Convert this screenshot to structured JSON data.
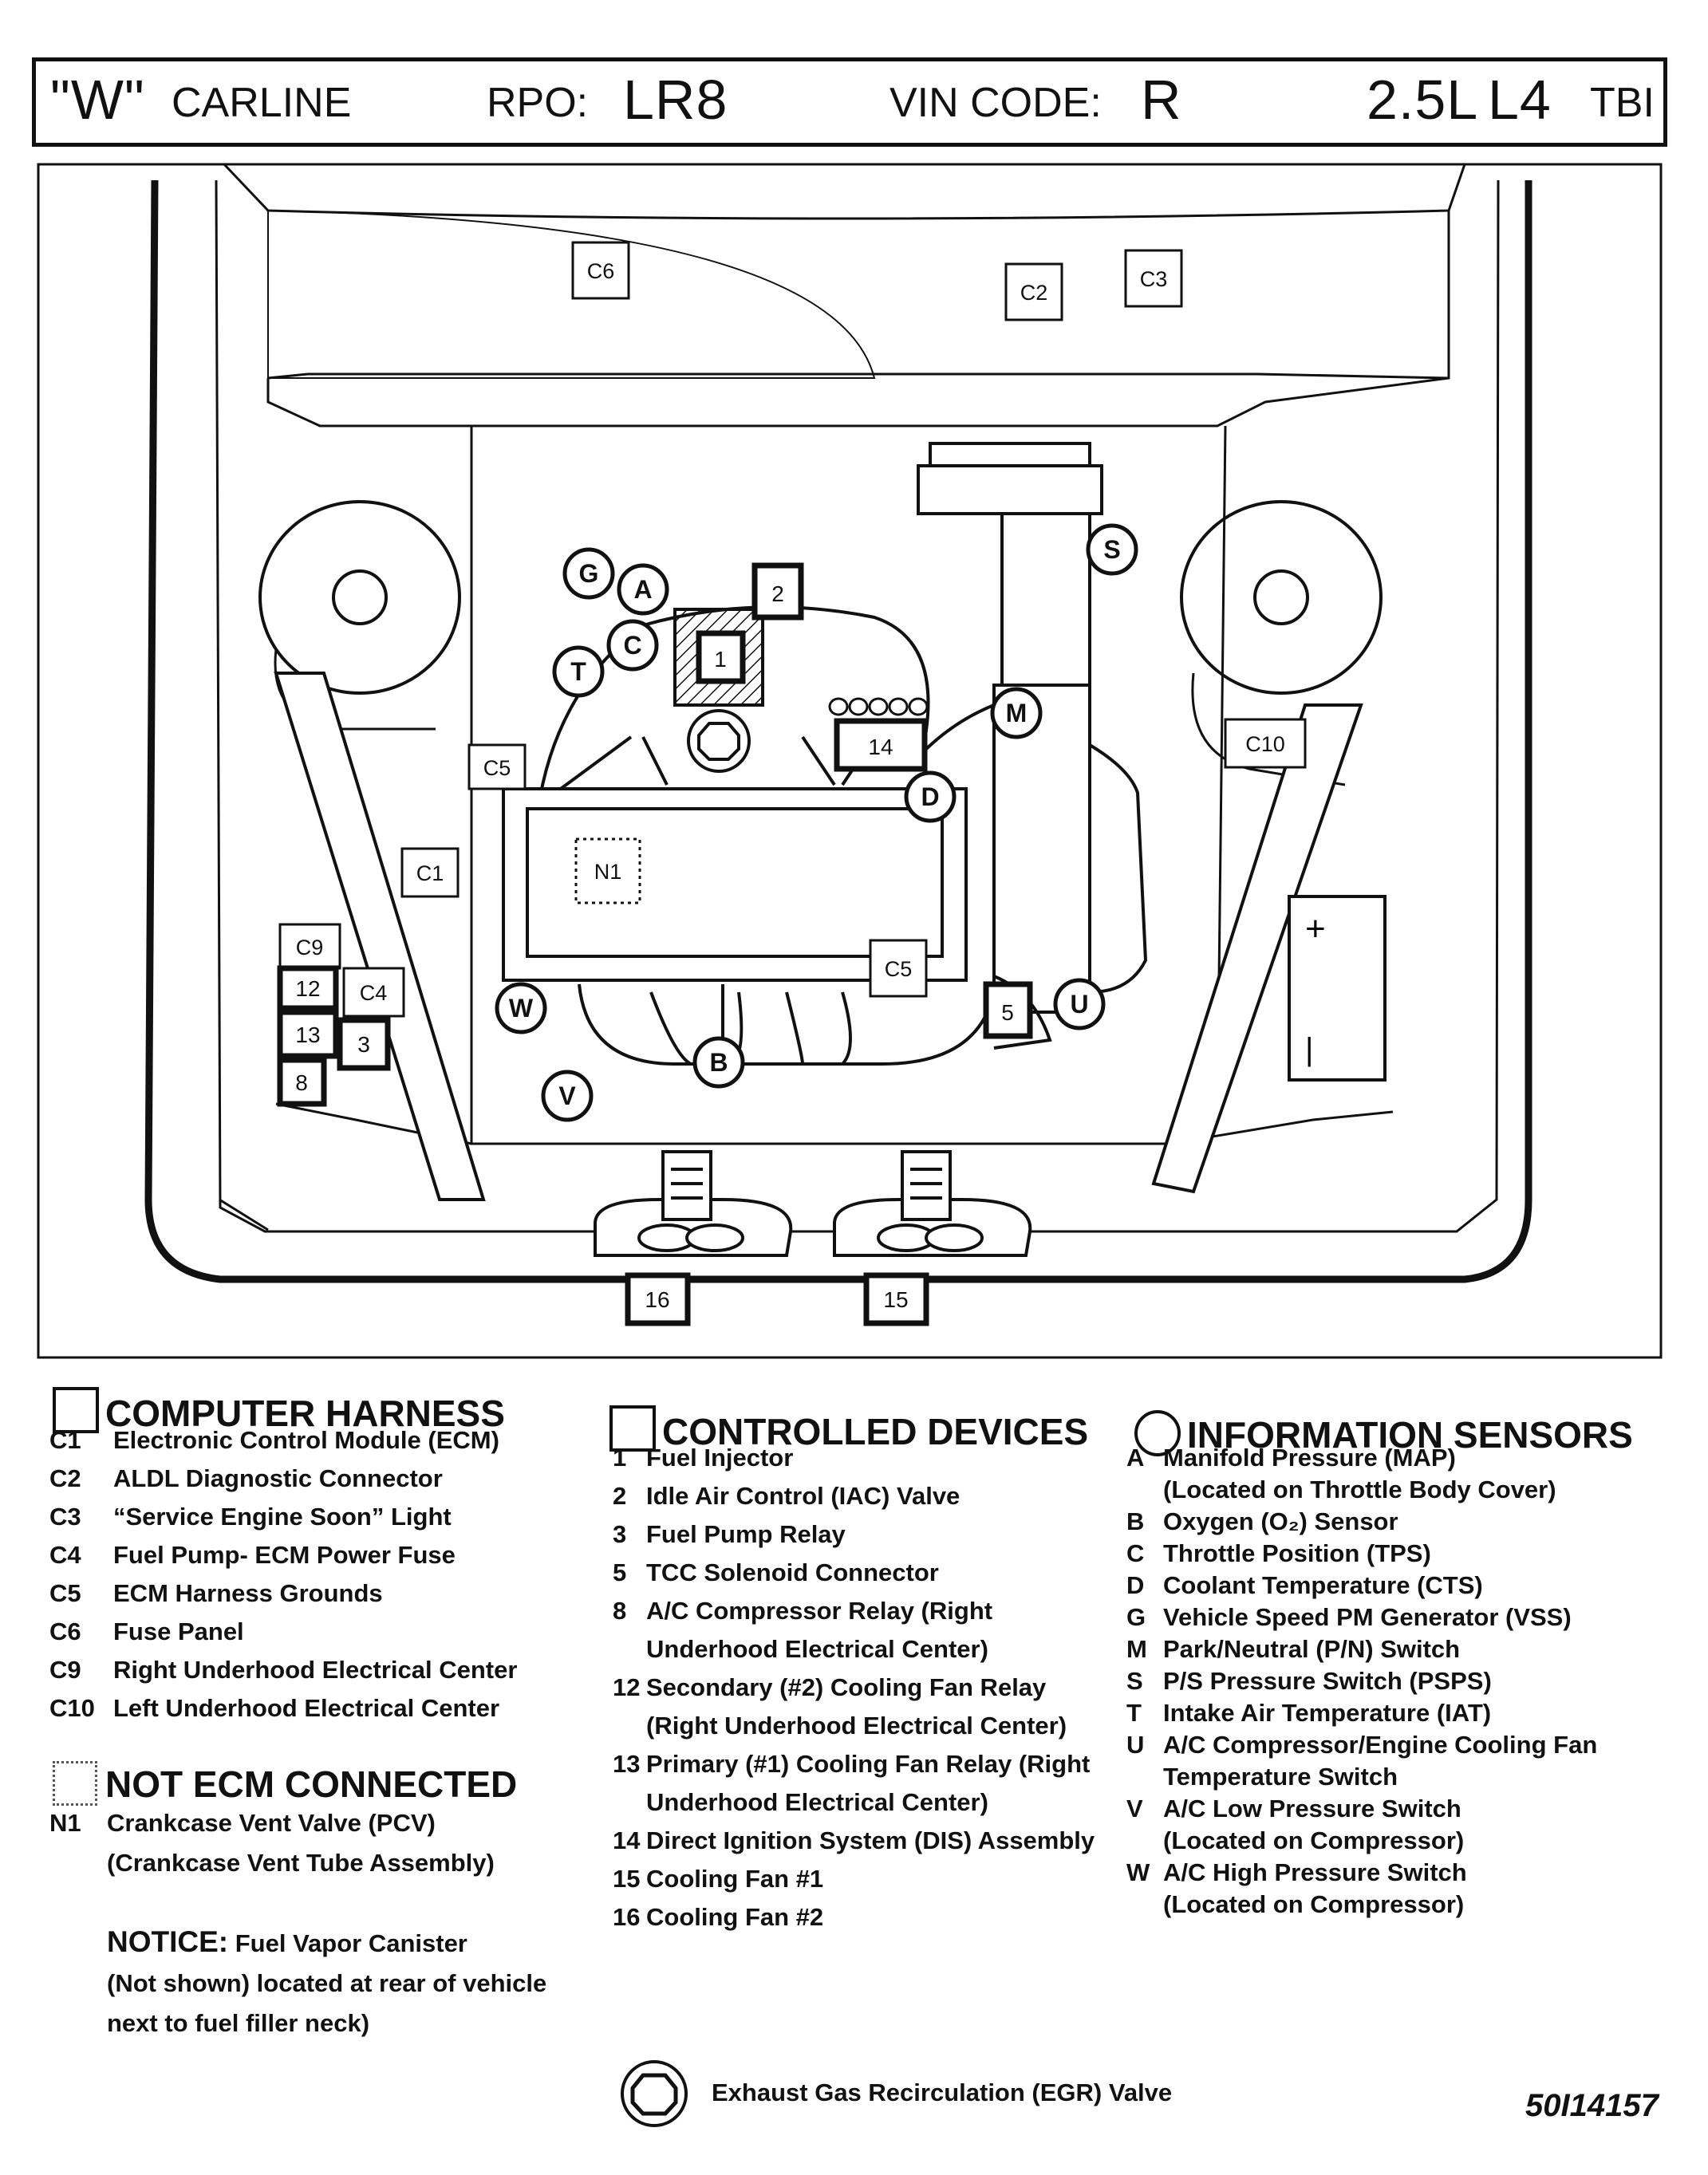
{
  "header": {
    "carline_code": "\"W\"",
    "carline_label": "CARLINE",
    "rpo_label": "RPO:",
    "rpo_value": "LR8",
    "vin_label": "VIN CODE:",
    "vin_value": "R",
    "engine": "2.5L",
    "engine_type": "L4",
    "injection": "TBI"
  },
  "diagram_labels": {
    "C1": "C1",
    "C2": "C2",
    "C3": "C3",
    "C4": "C4",
    "C5": "C5",
    "C6": "C6",
    "C9": "C9",
    "C10": "C10",
    "N1": "N1",
    "d1": "1",
    "d2": "2",
    "d3": "3",
    "d5": "5",
    "d8": "8",
    "d12": "12",
    "d13": "13",
    "d14": "14",
    "d15": "15",
    "d16": "16",
    "A": "A",
    "B": "B",
    "C": "C",
    "D": "D",
    "G": "G",
    "M": "M",
    "S": "S",
    "T": "T",
    "U": "U",
    "V": "V",
    "W": "W",
    "battery_plus": "+",
    "battery_minus": "|"
  },
  "legend": {
    "computer_harness": {
      "title": "COMPUTER HARNESS",
      "items": [
        {
          "code": "C1",
          "text": "Electronic Control Module (ECM)"
        },
        {
          "code": "C2",
          "text": "ALDL Diagnostic Connector"
        },
        {
          "code": "C3",
          "text": "“Service Engine Soon” Light"
        },
        {
          "code": "C4",
          "text": "Fuel Pump- ECM Power Fuse"
        },
        {
          "code": "C5",
          "text": "ECM Harness Grounds"
        },
        {
          "code": "C6",
          "text": "Fuse Panel"
        },
        {
          "code": "C9",
          "text": "Right Underhood  Electrical Center"
        },
        {
          "code": "C10",
          "text": "Left Underhood Electrical Center"
        }
      ]
    },
    "not_ecm_connected": {
      "title": "NOT ECM CONNECTED",
      "items": [
        {
          "code": "N1",
          "text": "Crankcase Vent Valve (PCV)",
          "cont": "(Crankcase Vent Tube Assembly)"
        }
      ]
    },
    "notice": {
      "label": "NOTICE:",
      "line1": "Fuel Vapor Canister",
      "line2": "(Not shown) located at rear of vehicle",
      "line3": "next to fuel filler neck)"
    },
    "controlled_devices": {
      "title": "CONTROLLED DEVICES",
      "items": [
        {
          "code": "1",
          "text": "Fuel Injector"
        },
        {
          "code": "2",
          "text": "Idle Air Control (IAC) Valve"
        },
        {
          "code": "3",
          "text": "Fuel Pump Relay"
        },
        {
          "code": "5",
          "text": "TCC Solenoid Connector"
        },
        {
          "code": "8",
          "text": "A/C Compressor Relay (Right",
          "cont": "Underhood Electrical Center)"
        },
        {
          "code": "12",
          "text": "Secondary (#2) Cooling Fan Relay",
          "cont": "(Right  Underhood Electrical Center)"
        },
        {
          "code": "13",
          "text": "Primary (#1) Cooling Fan Relay (Right",
          "cont": "Underhood Electrical Center)"
        },
        {
          "code": "14",
          "text": "Direct Ignition System (DIS)  Assembly"
        },
        {
          "code": "15",
          "text": "Cooling Fan #1"
        },
        {
          "code": "16",
          "text": "Cooling Fan #2"
        }
      ]
    },
    "information_sensors": {
      "title": "INFORMATION SENSORS",
      "items": [
        {
          "code": "A",
          "text": "Manifold Pressure (MAP)",
          "cont": "(Located on Throttle Body Cover)"
        },
        {
          "code": "B",
          "text": "Oxygen (O₂)  Sensor"
        },
        {
          "code": "C",
          "text": "Throttle Position (TPS)"
        },
        {
          "code": "D",
          "text": "Coolant Temperature (CTS)"
        },
        {
          "code": "G",
          "text": "Vehicle Speed PM Generator (VSS)"
        },
        {
          "code": "M",
          "text": "Park/Neutral (P/N) Switch"
        },
        {
          "code": "S",
          "text": "P/S Pressure Switch (PSPS)"
        },
        {
          "code": "T",
          "text": "Intake  Air Temperature (IAT)"
        },
        {
          "code": "U",
          "text": "A/C Compressor/Engine Cooling Fan",
          "cont": "Temperature Switch"
        },
        {
          "code": "V",
          "text": "A/C Low Pressure Switch",
          "cont": "(Located on Compressor)"
        },
        {
          "code": "W",
          "text": "A/C High Pressure Switch",
          "cont": "(Located on Compressor)"
        }
      ]
    },
    "egr": {
      "text": "Exhaust Gas Recirculation (EGR) Valve"
    }
  },
  "document_number": "50I14157"
}
